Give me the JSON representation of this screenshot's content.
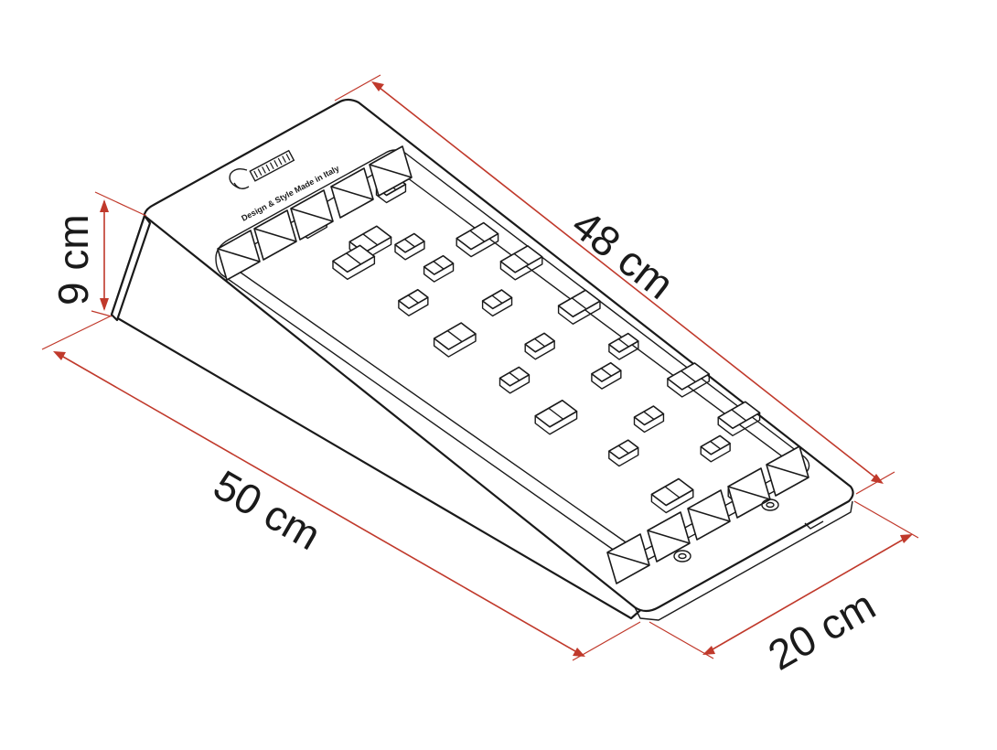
{
  "dimensions": {
    "height": "9 cm",
    "length_top": "48 cm",
    "length_base": "50 cm",
    "width": "20 cm"
  },
  "logo": {
    "tagline": "Design & Style Made in Italy"
  },
  "colors": {
    "dimension_lines": "#c0392b",
    "outline": "#1a1a1a",
    "background": "#ffffff"
  }
}
